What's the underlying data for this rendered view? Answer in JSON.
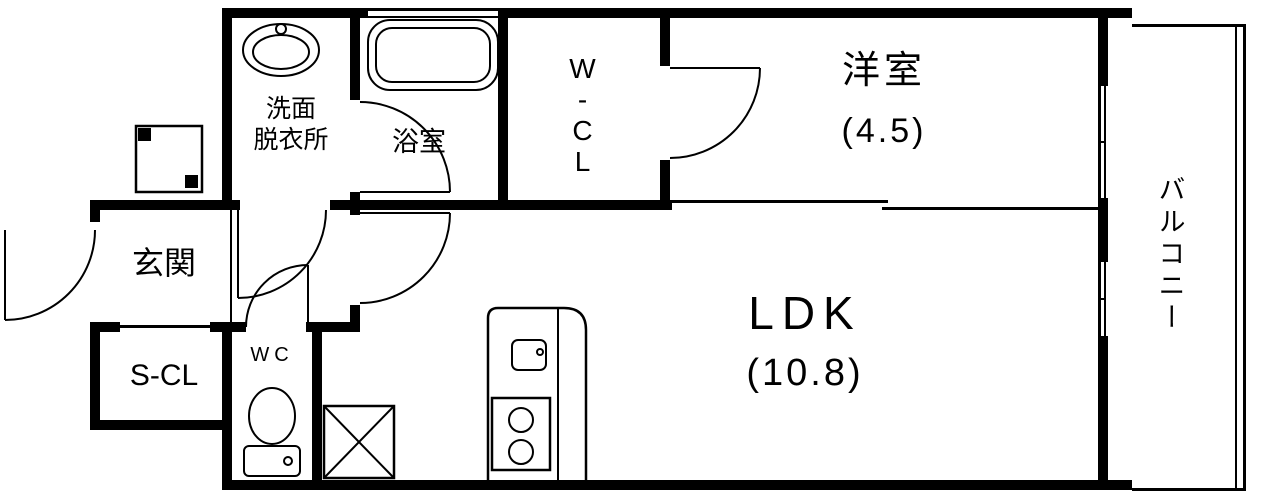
{
  "title": "apartment-floor-plan",
  "colors": {
    "wall": "#000000",
    "background": "#ffffff"
  },
  "rooms": {
    "western_room": {
      "name": "洋室",
      "size": "(4.5)"
    },
    "wcl": {
      "name": "W-CL"
    },
    "bathroom": {
      "name": "浴室"
    },
    "washroom": {
      "line1": "洗面",
      "line2": "脱衣所"
    },
    "entrance": {
      "name": "玄関"
    },
    "shoe_closet": {
      "name": "S-CL"
    },
    "toilet_room": {
      "name": "WC"
    },
    "ldk": {
      "name": "LDK",
      "size": "(10.8)"
    },
    "balcony": {
      "name": "バルコニー"
    }
  }
}
